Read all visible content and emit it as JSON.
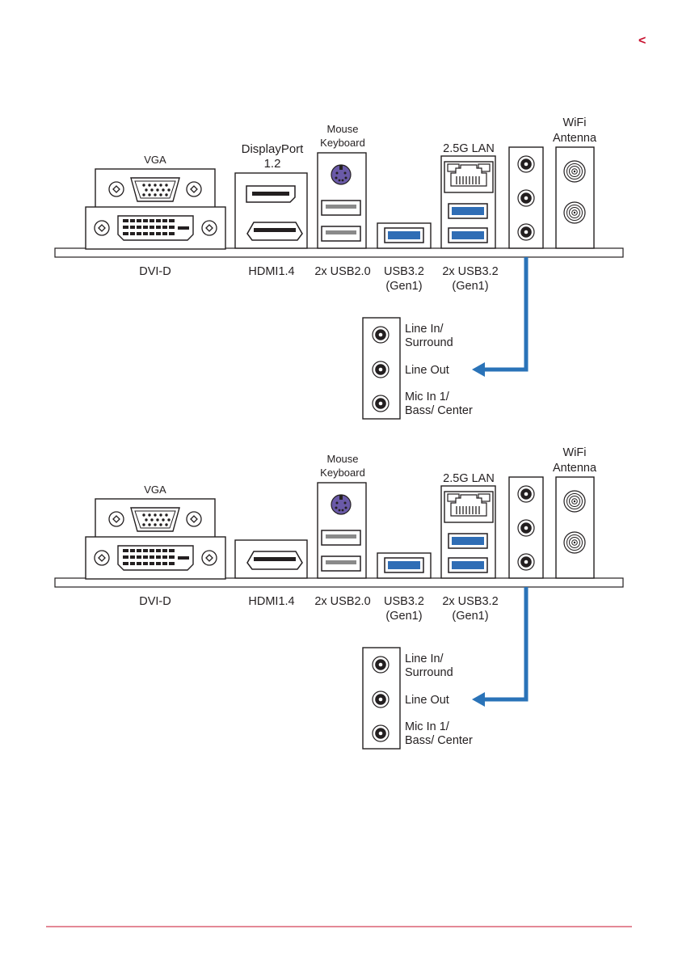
{
  "header": {
    "nav_glyph": "<",
    "accent_color": "#c8102e"
  },
  "panels": [
    {
      "id": "panel-1",
      "labels": {
        "vga": "VGA",
        "displayport_line1": "DisplayPort",
        "displayport_line2": "1.2",
        "mouse": "Mouse",
        "keyboard": "Keyboard",
        "lan": "2.5G LAN",
        "wifi_line1": "WiFi",
        "wifi_line2": "Antenna",
        "dvi": "DVI-D",
        "hdmi": "HDMI1.4",
        "usb20": "2x USB2.0",
        "usb32_line1": "USB3.2",
        "usb32_line2": "(Gen1)",
        "usb32x2_line1": "2x USB3.2",
        "usb32x2_line2": "(Gen1)"
      },
      "audio": {
        "line_in_1": "Line In/",
        "line_in_2": "Surround",
        "line_out": "Line Out",
        "mic_in_1": "Mic In 1/",
        "mic_in_2": "Bass/ Center"
      }
    },
    {
      "id": "panel-2",
      "labels": {
        "vga": "VGA",
        "mouse": "Mouse",
        "keyboard": "Keyboard",
        "lan": "2.5G LAN",
        "wifi_line1": "WiFi",
        "wifi_line2": "Antenna",
        "dvi": "DVI-D",
        "hdmi": "HDMI1.4",
        "usb20": "2x USB2.0",
        "usb32_line1": "USB3.2",
        "usb32_line2": "(Gen1)",
        "usb32x2_line1": "2x USB3.2",
        "usb32x2_line2": "(Gen1)"
      },
      "audio": {
        "line_in_1": "Line In/",
        "line_in_2": "Surround",
        "line_out": "Line Out",
        "mic_in_1": "Mic In 1/",
        "mic_in_2": "Bass/ Center"
      }
    }
  ],
  "colors": {
    "arrow": "#2a73b8",
    "usb3_blue": "#2f6db5",
    "ps2_purple": "#6a5aa8",
    "footer_line": "#c8102e"
  }
}
